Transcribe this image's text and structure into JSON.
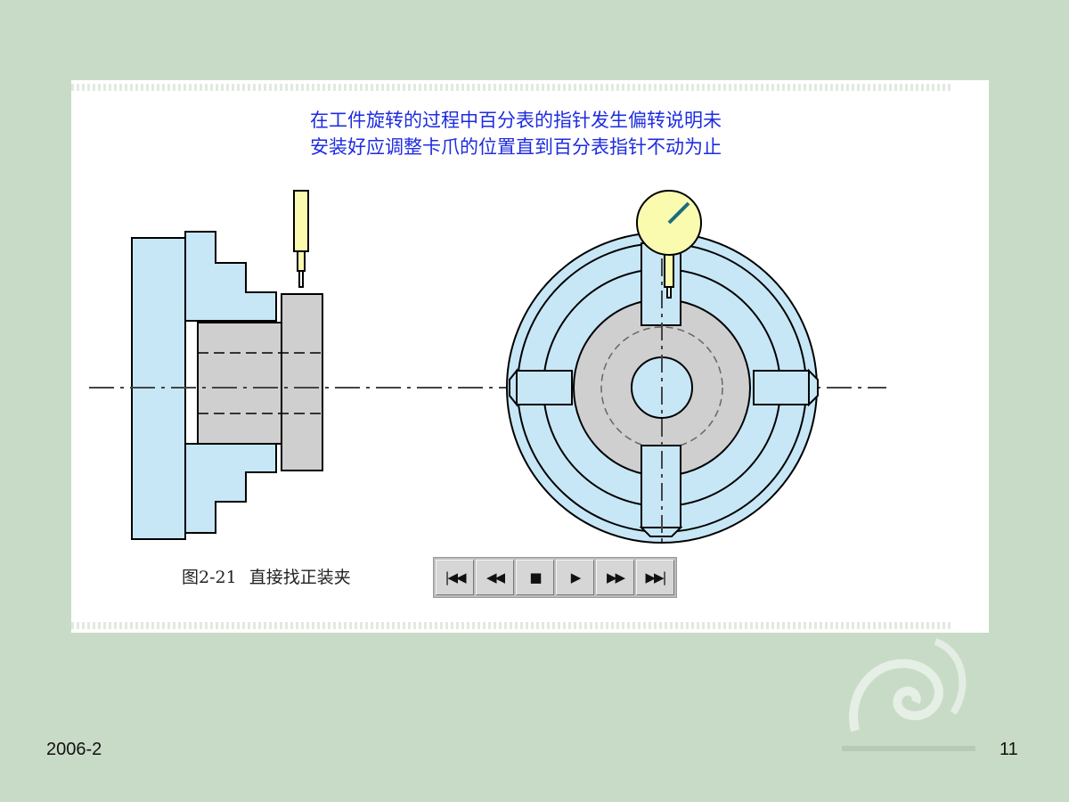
{
  "slide": {
    "caption_line1": "在工件旋转的过程中百分表的指针发生偏转说明未",
    "caption_line2": "安装好应调整卡爪的位置直到百分表指针不动为止",
    "figure_number": "图2-21",
    "figure_title": "直接找正装夹"
  },
  "player": {
    "buttons": [
      {
        "id": "first",
        "icon": "skip-first-icon",
        "glyph": "|◀◀"
      },
      {
        "id": "rewind",
        "icon": "rewind-icon",
        "glyph": "◀◀"
      },
      {
        "id": "stop",
        "icon": "stop-icon",
        "glyph": "■"
      },
      {
        "id": "play",
        "icon": "play-icon",
        "glyph": "▶"
      },
      {
        "id": "forward",
        "icon": "fast-forward-icon",
        "glyph": "▶▶"
      },
      {
        "id": "last",
        "icon": "skip-last-icon",
        "glyph": "▶▶|"
      }
    ]
  },
  "footer": {
    "date": "2006-2",
    "page": "11"
  },
  "colors": {
    "background": "#c8dbc6",
    "caption": "#1e2ce0",
    "chuck_blue": "#c7e7f7",
    "workpiece_gray": "#cfcfcf",
    "indicator_yellow": "#fbfbb0"
  }
}
